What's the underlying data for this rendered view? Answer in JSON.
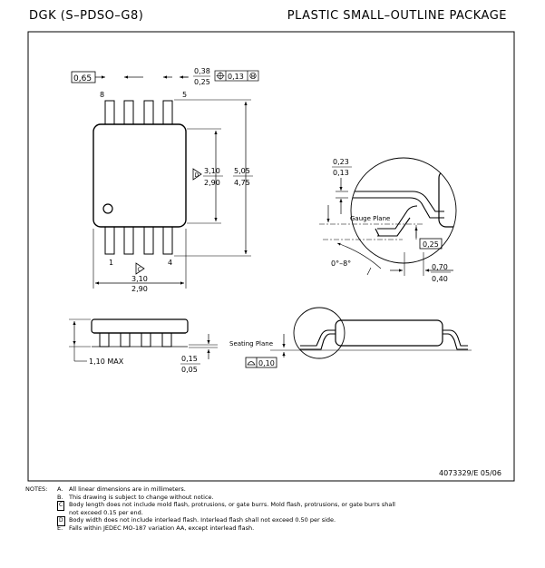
{
  "header": {
    "code": "DGK (S–PDSO–G8)",
    "title": "PLASTIC SMALL–OUTLINE PACKAGE"
  },
  "top_view": {
    "pitch": "0,65",
    "pin_top_left": "8",
    "pin_top_right": "5",
    "pin_bottom_left": "1",
    "pin_bottom_right": "4",
    "lead_width_max": "0,38",
    "lead_width_min": "0,25",
    "position_tol": "0,13",
    "body_width_marker": "D",
    "body_width_max": "3,10",
    "body_width_min": "2,90",
    "overall_width_max": "5,05",
    "overall_width_min": "4,75",
    "body_length_marker": "C",
    "body_length_max": "3,10",
    "body_length_min": "2,90"
  },
  "detail_view": {
    "lead_thick_max": "0,23",
    "lead_thick_min": "0,13",
    "gauge_plane_label": "Gauge Plane",
    "gauge_value": "0,25",
    "angle": "0°–8°",
    "foot_max": "0,70",
    "foot_min": "0,40"
  },
  "side_view": {
    "max_height": "1,10 MAX",
    "standoff_max": "0,15",
    "standoff_min": "0,05",
    "seating_plane_label": "Seating Plane",
    "coplanarity": "0,10"
  },
  "drawing_id": "4073329/E 05/06",
  "notes": {
    "label": "NOTES:",
    "items": [
      {
        "key": "A.",
        "text": "All linear dimensions are in millimeters."
      },
      {
        "key": "B.",
        "text": "This drawing is subject to change without notice."
      },
      {
        "key": "C",
        "text": "Body length does not include mold flash, protrusions, or gate burrs.  Mold flash, protrusions, or gate burrs shall"
      },
      {
        "key": "",
        "text": "not exceed 0.15 per end."
      },
      {
        "key": "D",
        "text": "Body width does not include interlead flash. Interlead flash shall not exceed 0.50 per side."
      },
      {
        "key": "E.",
        "text": "Falls within JEDEC MO-187 variation AA, except interlead flash."
      }
    ]
  }
}
